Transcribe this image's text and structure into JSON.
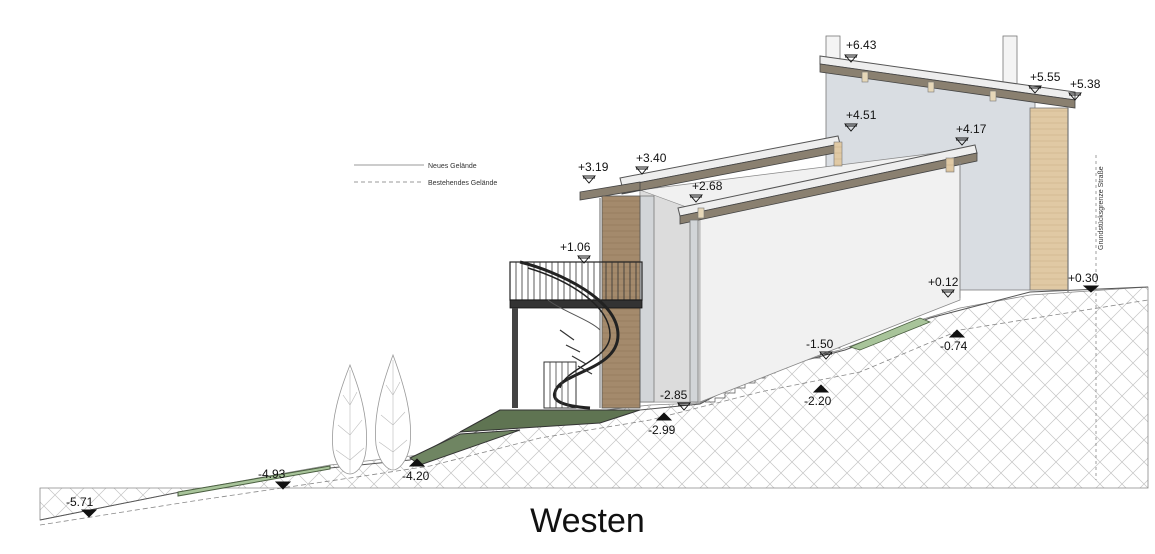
{
  "title": "Westen",
  "legend": [
    {
      "label": "Neues Gelände",
      "style": "solid"
    },
    {
      "label": "Bestehendes Gelände",
      "style": "dashed"
    }
  ],
  "boundary_label": "Grundstücksgrenze Straße",
  "levels": [
    {
      "label": "+6.43",
      "kind": "new"
    },
    {
      "label": "+5.55",
      "kind": "new"
    },
    {
      "label": "+5.38",
      "kind": "new"
    },
    {
      "label": "+4.51",
      "kind": "new"
    },
    {
      "label": "+4.17",
      "kind": "new"
    },
    {
      "label": "+3.40",
      "kind": "new"
    },
    {
      "label": "+3.19",
      "kind": "new"
    },
    {
      "label": "+2.68",
      "kind": "new"
    },
    {
      "label": "+1.06",
      "kind": "new"
    },
    {
      "label": "+0.12",
      "kind": "new"
    },
    {
      "label": "+0.30",
      "kind": "existing"
    },
    {
      "label": "-0.74",
      "kind": "existing"
    },
    {
      "label": "-1.50",
      "kind": "new"
    },
    {
      "label": "-2.20",
      "kind": "existing"
    },
    {
      "label": "-2.85",
      "kind": "new"
    },
    {
      "label": "-2.99",
      "kind": "existing"
    },
    {
      "label": "-4.20",
      "kind": "existing"
    },
    {
      "label": "-4.93",
      "kind": "existing"
    },
    {
      "label": "-5.71",
      "kind": "existing"
    }
  ]
}
